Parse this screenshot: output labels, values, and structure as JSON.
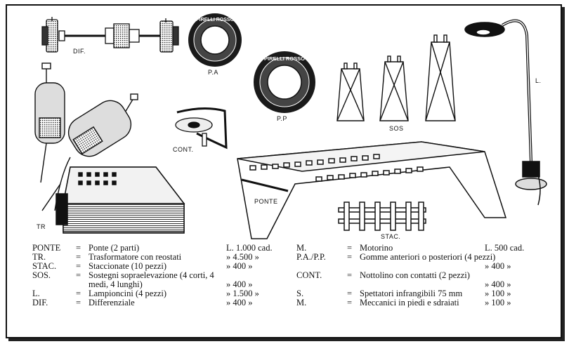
{
  "image_labels": {
    "dif": "DIF.",
    "pa": "P.A",
    "pp": "P.P",
    "sos": "SOS",
    "cont": "CONT.",
    "lamp": "L.",
    "ponte": "PONTE",
    "stac": "STAC.",
    "tr": "TR",
    "tyre_text": "PIRELLI ROSSO"
  },
  "legend": {
    "left": [
      {
        "abbr": "PONTE",
        "eq": "=",
        "desc": "Ponte (2 parti)",
        "price": "L. 1.000 cad."
      },
      {
        "abbr": "TR.",
        "eq": "=",
        "desc": "Trasformatore con reostati",
        "price": "» 4.500 »"
      },
      {
        "abbr": "STAC.",
        "eq": "=",
        "desc": "Staccionate (10 pezzi)",
        "price": "» 400 »"
      },
      {
        "abbr": "SOS.",
        "eq": "=",
        "desc": "Sostegni sopraelevazione (4 corti, 4 medi, 4 lunghi)",
        "price": "» 400 »"
      },
      {
        "abbr": "L.",
        "eq": "=",
        "desc": "Lampioncini (4 pezzi)",
        "price": "» 1.500 »"
      },
      {
        "abbr": "DIF.",
        "eq": "=",
        "desc": "Differenziale",
        "price": "» 400 »"
      }
    ],
    "right": [
      {
        "abbr": "M.",
        "eq": "=",
        "desc": "Motorino",
        "price": "L. 500 cad."
      },
      {
        "abbr": "P.A./P.P.",
        "eq": "=",
        "desc": "Gomme anteriori o posteriori (4 pezzi)",
        "price": "» 400 »"
      },
      {
        "abbr": "CONT.",
        "eq": "=",
        "desc": "Nottolino con contatti (2 pezzi)",
        "price": "» 400 »"
      },
      {
        "abbr": "S.",
        "eq": "=",
        "desc": "Spettatori infrangibili 75 mm",
        "price": "» 100 »"
      },
      {
        "abbr": "M.",
        "eq": "=",
        "desc": "Meccanici in piedi e sdraiati",
        "price": "» 100 »"
      }
    ]
  }
}
